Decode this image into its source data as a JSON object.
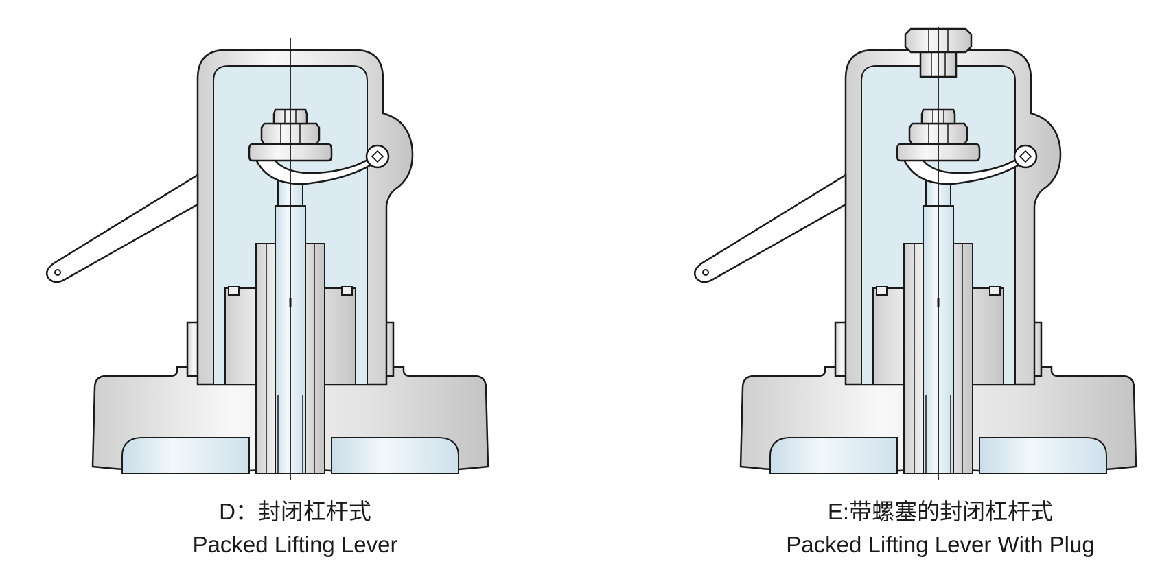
{
  "colors": {
    "outline": "#1a1a1a",
    "body_fill": "#e6e6e6",
    "cavity_fill": "#dceaf2",
    "metal_fill": "#efefef",
    "stem_fill": "#d7e7f0"
  },
  "figures": [
    {
      "id": "d",
      "caption_cn": "D：封闭杠杆式",
      "caption_en": "Packed Lifting Lever",
      "has_plug": false
    },
    {
      "id": "e",
      "caption_cn": "E:带螺塞的封闭杠杆式",
      "caption_en": "Packed Lifting Lever With Plug",
      "has_plug": true
    }
  ]
}
